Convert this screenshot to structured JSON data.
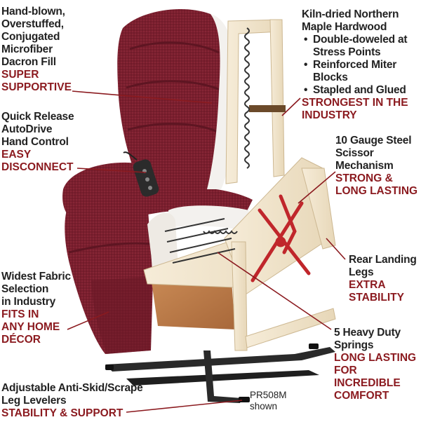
{
  "callouts": {
    "fill": {
      "lines": [
        "Hand-blown,",
        "Overstuffed,",
        "Conjugated",
        "Microfiber",
        "Dacron Fill"
      ],
      "highlight": [
        "SUPER",
        "SUPPORTIVE"
      ]
    },
    "control": {
      "lines": [
        "Quick Release",
        "AutoDrive",
        "Hand Control"
      ],
      "highlight": [
        "EASY",
        "DISCONNECT"
      ]
    },
    "fabric": {
      "lines": [
        "Widest Fabric",
        "Selection",
        "in Industry"
      ],
      "highlight": [
        "FITS IN",
        "ANY HOME",
        "DÉCOR"
      ]
    },
    "levelers": {
      "lines": [
        "Adjustable Anti-Skid/Scrape",
        "Leg Levelers"
      ],
      "highlight": [
        "STABILITY & SUPPORT"
      ]
    },
    "frame": {
      "lines": [
        "Kiln-dried Northern",
        "Maple Hardwood"
      ],
      "bullets": [
        "Double-doweled at",
        "Stress Points",
        "Reinforced Miter",
        "Blocks",
        "Stapled and Glued"
      ],
      "highlight": [
        "STRONGEST IN THE",
        "INDUSTRY"
      ]
    },
    "scissor": {
      "lines": [
        "10 Gauge Steel",
        "Scissor",
        "Mechanism"
      ],
      "highlight": [
        "STRONG &",
        "LONG LASTING"
      ]
    },
    "legs": {
      "lines": [
        "Rear Landing",
        "Legs"
      ],
      "highlight": [
        "EXTRA",
        "STABILITY"
      ]
    },
    "springs": {
      "lines": [
        "5 Heavy Duty",
        "Springs"
      ],
      "highlight": [
        "LONG LASTING",
        "FOR",
        "INCREDIBLE",
        "COMFORT"
      ]
    }
  },
  "model": {
    "code": "PR508M",
    "caption": "shown"
  },
  "colors": {
    "fabric": "#7a1f2e",
    "fabric_dark": "#5e1522",
    "wood": "#f2e6cf",
    "accent_text": "#8b1a1f",
    "steel": "#2a2a2a",
    "mechanism": "#c0262b"
  }
}
